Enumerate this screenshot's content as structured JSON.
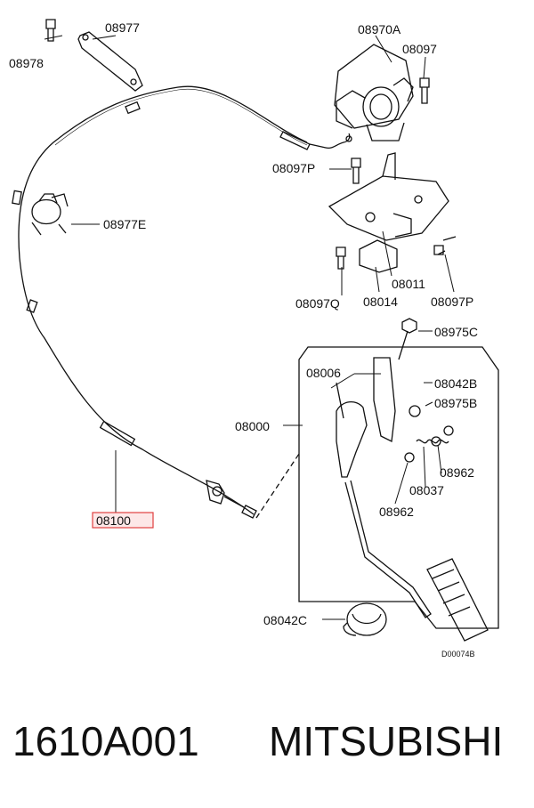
{
  "callouts": {
    "c08978": "08978",
    "c08977": "08977",
    "c08970A": "08970A",
    "c08097": "08097",
    "c08097P_top": "08097P",
    "c08977E": "08977E",
    "c08011": "08011",
    "c08097Q": "08097Q",
    "c08014": "08014",
    "c08097P_bottom": "08097P",
    "c08975C": "08975C",
    "c08006": "08006",
    "c08042B": "08042B",
    "c08975B": "08975B",
    "c08000": "08000",
    "c08962_right": "08962",
    "c08037": "08037",
    "c08962_left": "08962",
    "c08100": "08100",
    "c08042C": "08042C"
  },
  "diagram_code": "D00074B",
  "caption": {
    "part_number": "1610A001",
    "brand": "MITSUBISHI"
  },
  "colors": {
    "line": "#111111",
    "highlight": "#e04040",
    "highlight_fill": "#fde7e7"
  }
}
